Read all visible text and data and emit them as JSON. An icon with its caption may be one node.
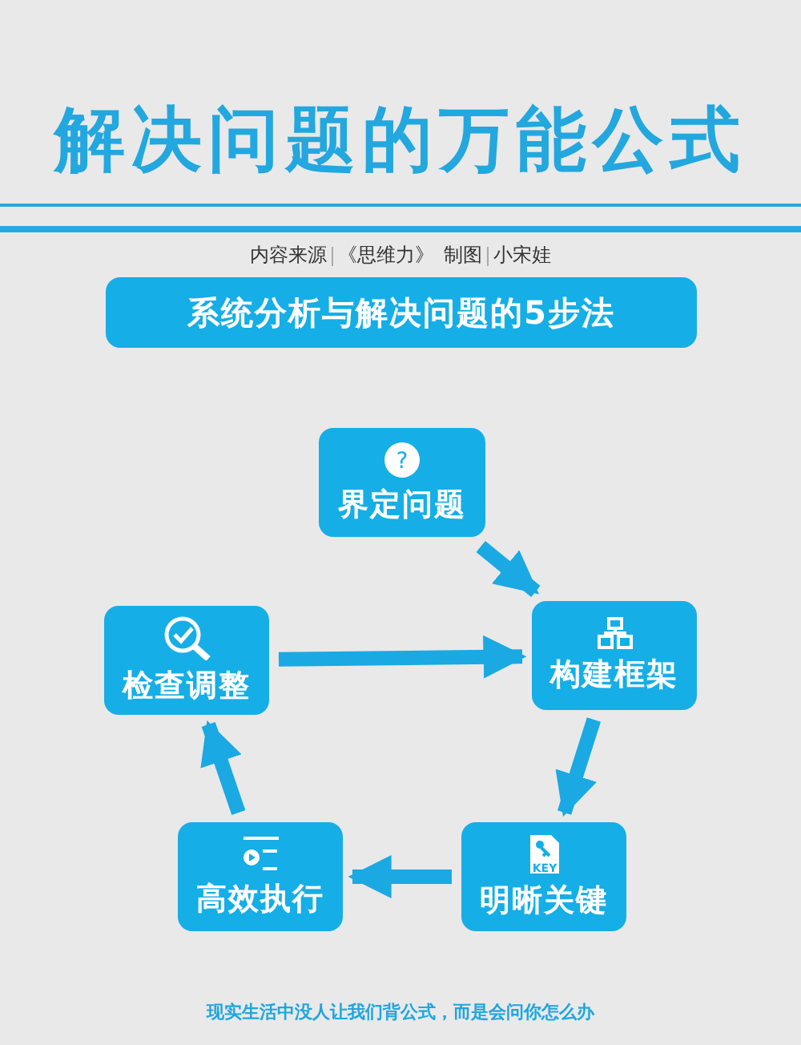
{
  "diagram": {
    "title": "解决问题的万能公式",
    "caption": "现实生活中没人让我们背公式，而是会问你怎么办",
    "labels": [
      "内容来源",
      "《思维力》",
      "制图",
      "小宋娃"
    ],
    "nodes": [
      {
        "text": [
          "系统分析与解决问题的5步法"
        ]
      },
      {
        "text": [
          "?",
          "界定问题"
        ]
      },
      {
        "text": [
          "检查调整"
        ]
      },
      {
        "text": [
          "构建框架"
        ]
      },
      {
        "text": [
          "高效执行"
        ]
      },
      {
        "text": [
          "KEY",
          "明晰关键"
        ]
      }
    ],
    "edges": [
      {
        "from": 1,
        "to": 3,
        "arrow": "to"
      },
      {
        "from": 3,
        "to": 5,
        "arrow": "to"
      },
      {
        "from": 5,
        "to": 4,
        "arrow": "to"
      },
      {
        "from": 4,
        "to": 2,
        "arrow": "to"
      },
      {
        "from": 2,
        "to": 3,
        "arrow": "to"
      }
    ]
  }
}
